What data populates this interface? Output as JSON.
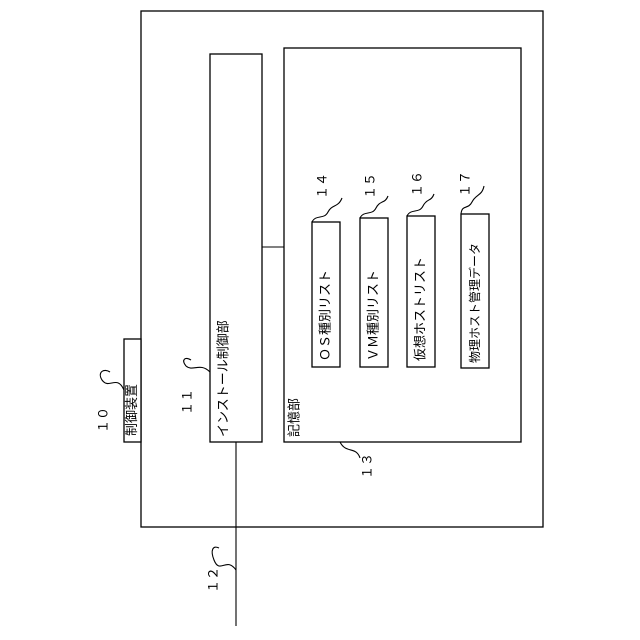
{
  "device": {
    "label": "制御装置",
    "ref": "１０"
  },
  "install_controller": {
    "label": "インストール制御部",
    "ref": "１１"
  },
  "network": {
    "ref": "１２"
  },
  "storage": {
    "label": "記憶部",
    "ref": "１３",
    "items": [
      {
        "label": "ＯＳ種別リスト",
        "ref": "１４"
      },
      {
        "label": "ＶＭ種別リスト",
        "ref": "１５"
      },
      {
        "label": "仮想ホストリスト",
        "ref": "１６"
      },
      {
        "label": "物理ホスト管理データ",
        "ref": "１７"
      }
    ]
  }
}
